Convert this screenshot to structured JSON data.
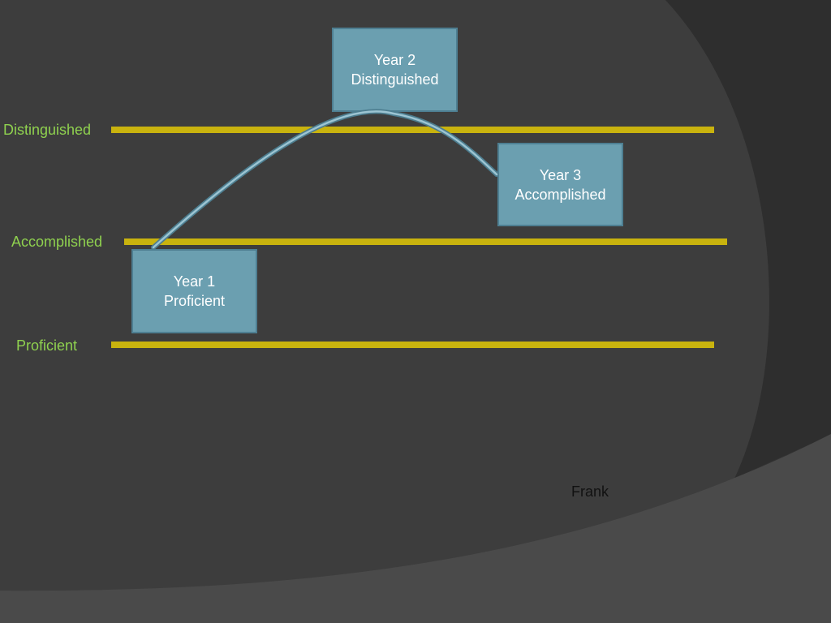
{
  "colors": {
    "background": "#3a3a3a",
    "label": "#8fd14f",
    "level_line": "#c9b30e",
    "box_fill": "#6b9fb0",
    "box_border": "#4e7f92",
    "box_text": "#ffffff"
  },
  "levels": {
    "distinguished": "Distinguished",
    "accomplished": "Accomplished",
    "proficient": "Proficient"
  },
  "boxes": {
    "year1": {
      "title": "Year 1",
      "rating": "Proficient"
    },
    "year2": {
      "title": "Year 2",
      "rating": "Distinguished"
    },
    "year3": {
      "title": "Year 3",
      "rating": "Accomplished"
    }
  },
  "author": "Frank"
}
